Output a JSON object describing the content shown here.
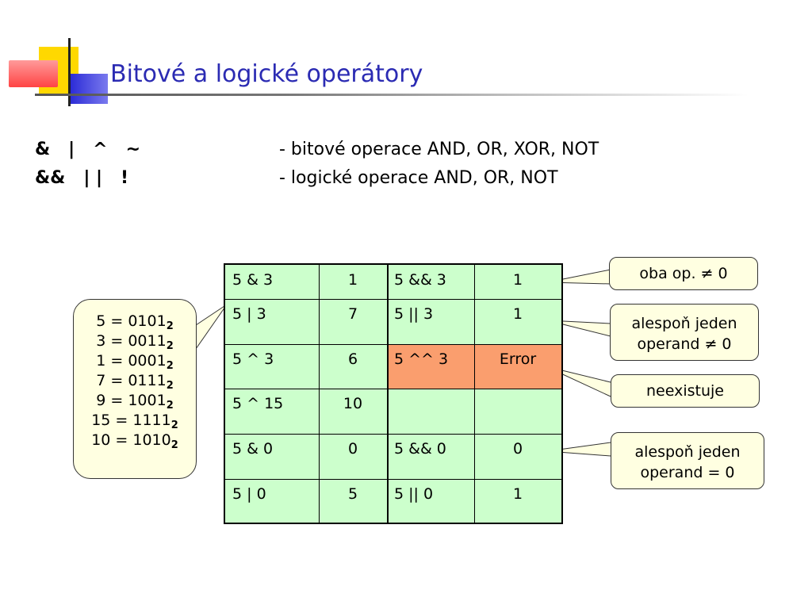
{
  "slide": {
    "title": "Bitové a logické operátory"
  },
  "operators": [
    {
      "ops": "&   |   ^   ~",
      "desc": "- bitové operace AND, OR, XOR, NOT"
    },
    {
      "ops": "&&   | |   !",
      "desc": "- logické operace AND, OR, NOT"
    }
  ],
  "table": {
    "rows": [
      [
        "5 & 3",
        "1",
        "5 && 3",
        "1"
      ],
      [
        "5 | 3",
        "7",
        "5 || 3",
        "1"
      ],
      [
        "5 ^ 3",
        "6",
        "5 ^^ 3",
        "Error"
      ],
      [
        "5 ^ 15",
        "10",
        "",
        ""
      ],
      [
        "5 & 0",
        "0",
        "5 && 0",
        "0"
      ],
      [
        "5 | 0",
        "5",
        "5 || 0",
        "1"
      ]
    ]
  },
  "binary_note": [
    {
      "lhs": "5 = 0101",
      "base": "2"
    },
    {
      "lhs": "3 = 0011",
      "base": "2"
    },
    {
      "lhs": "1 = 0001",
      "base": "2"
    },
    {
      "lhs": "7 = 0111",
      "base": "2"
    },
    {
      "lhs": "9 = 1001",
      "base": "2"
    },
    {
      "lhs": "15 = 1111",
      "base": "2"
    },
    {
      "lhs": "10 = 1010",
      "base": "2"
    }
  ],
  "callouts": {
    "both_nonzero": "oba op. ≠ 0",
    "at_least_one_nonzero_1": "alespoň jeden",
    "at_least_one_nonzero_2": "operand ≠ 0",
    "nonexistent": "neexistuje",
    "at_least_one_zero_1": "alespoň jeden",
    "at_least_one_zero_2": "operand = 0"
  },
  "colors": {
    "title": "#2b2bb3",
    "table_bg": "#ccffcc",
    "error_bg": "#fa9e6e",
    "callout_bg": "#ffffe1"
  }
}
